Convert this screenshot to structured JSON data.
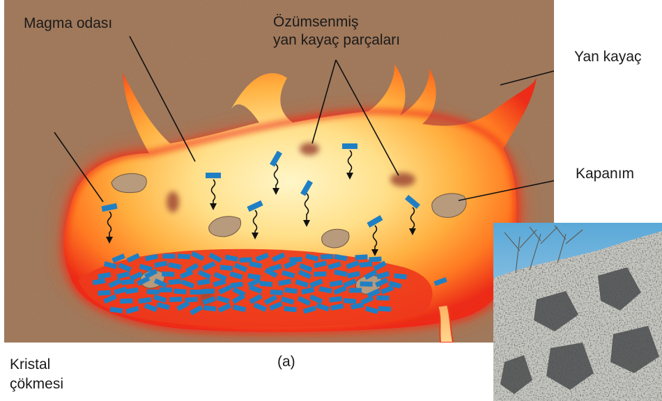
{
  "labels": {
    "magma_chamber": "Magma odası",
    "assimilated_line1": "Özümsenmiş",
    "assimilated_line2": "yan kayaç parçaları",
    "country_rock": "Yan kayaç",
    "inclusion": "Kapanım",
    "crystal_line1": "Kristal",
    "crystal_line2": "çökmesi",
    "panel": "(a)"
  },
  "colors": {
    "country_rock": "#a07659",
    "magma_edge": "#e8261a",
    "magma_core": "#fff0b0",
    "crystal": "#1f7fc4",
    "xenolith": "#b89a7c",
    "assimilated": "#9e4a36"
  }
}
